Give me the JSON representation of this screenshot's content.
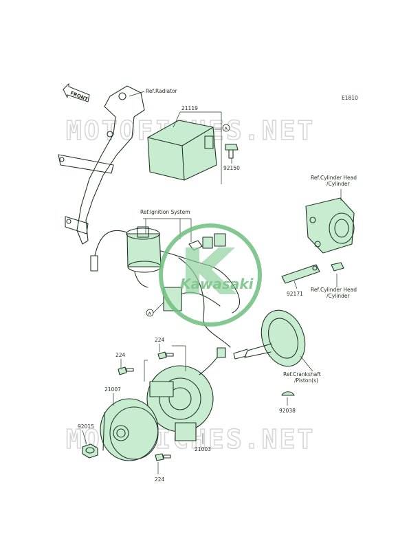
{
  "diagram_id": "E1810",
  "watermark": "MOTOFICHES.NET",
  "front_arrow": "FRONT",
  "center_logo": "Kawasaki",
  "labels": {
    "ref_radiator": "Ref.Radiator",
    "p21119": "21119",
    "callout_a": "A",
    "p92150": "92150",
    "ref_cyl_head_top_1": "Ref.Cylinder Head",
    "ref_cyl_head_top_2": "/Cylinder",
    "ref_ignition": "Ref.Ignition System",
    "p92171": "92171",
    "ref_cyl_head_mid_1": "Ref.Cylinder Head",
    "ref_cyl_head_mid_2": "/Cylinder",
    "p224_top": "224",
    "p224_left": "224",
    "p21007": "21007",
    "p92015": "92015",
    "ref_crank_1": "Ref.Crankshaft",
    "ref_crank_2": "/Piston(s)",
    "p92038": "92038",
    "p21003": "21003",
    "p224_bottom": "224"
  },
  "colors": {
    "line": "#1f3524",
    "fill": "#c8ecd0",
    "logo": "#6fbf7e",
    "watermark": "#d6d6d6"
  }
}
